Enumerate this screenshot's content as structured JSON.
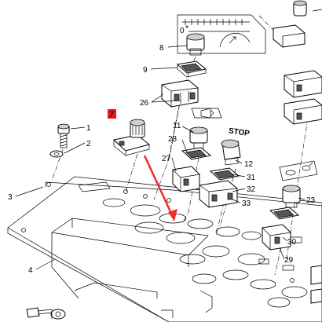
{
  "callouts": {
    "c1": "1",
    "c2": "2",
    "c3": "3",
    "c4": "4",
    "c7": "7",
    "c8": "8",
    "c9": "9",
    "c11": "11",
    "c12": "12",
    "c23": "23",
    "c26": "26",
    "c27": "27",
    "c28": "28",
    "c29": "29",
    "c30": "30",
    "c31": "31",
    "c32": "32",
    "c33": "33"
  },
  "gauge": {
    "zero_label": "0"
  },
  "stop_label": "STOP",
  "colors": {
    "highlight_box": "#e8141b",
    "arrow": "#e8302f",
    "line": "#000000"
  },
  "highlighted_item": "7"
}
